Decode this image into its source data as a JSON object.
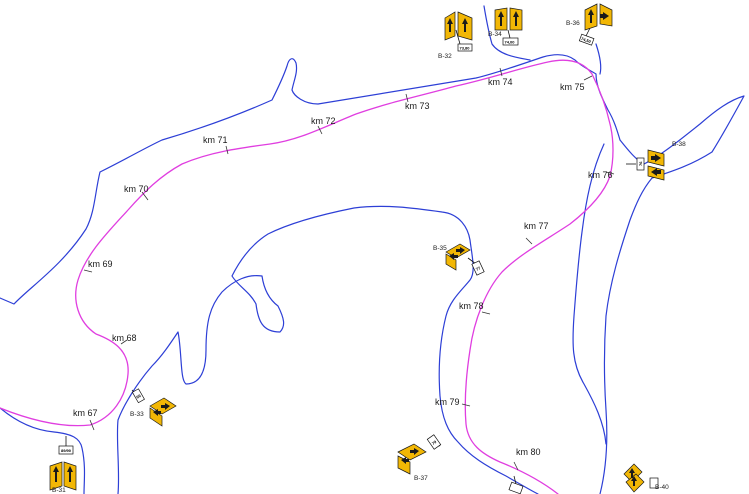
{
  "map": {
    "kilometer_markers": [
      "km 67",
      "km 68",
      "km 69",
      "km 70",
      "km 71",
      "km 72",
      "km 73",
      "km 74",
      "km 75",
      "km 76",
      "km 77",
      "km 78",
      "km 79",
      "km 80"
    ],
    "signs": [
      {
        "id": "B-31",
        "plaque": "89/90"
      },
      {
        "id": "B-32",
        "plaque": "73,80"
      },
      {
        "id": "B-33",
        "plaque": "66"
      },
      {
        "id": "B-34",
        "plaque": "74,00"
      },
      {
        "id": "B-35",
        "plaque": "77"
      },
      {
        "id": "B-36",
        "plaque": "74,50"
      },
      {
        "id": "B-37",
        "plaque": "79"
      },
      {
        "id": "B-38",
        "plaque": "76"
      },
      {
        "id": "B-40",
        "plaque": "80"
      }
    ],
    "colors": {
      "river_bank": "#2d3fd6",
      "route_axis": "#e03ee0",
      "sign_board": "#f2b705",
      "background": "#ffffff"
    }
  }
}
